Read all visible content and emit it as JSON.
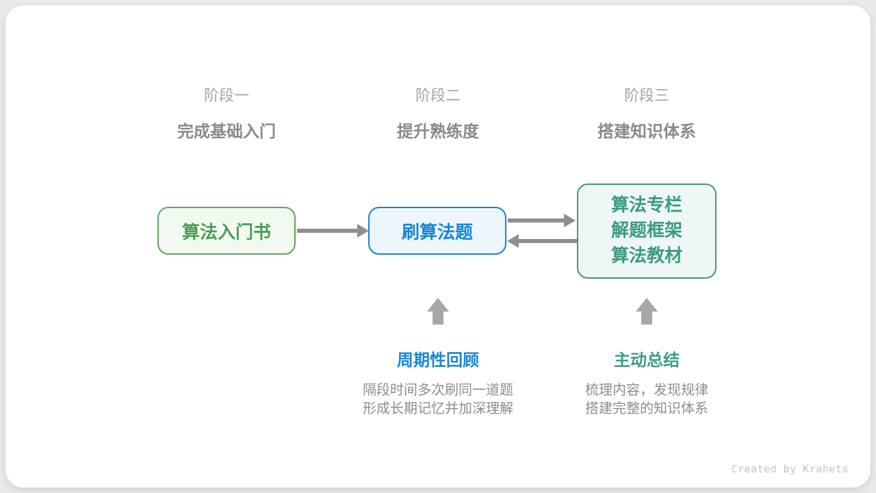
{
  "page": {
    "background_color": "#e9e9e9",
    "card_color": "#ffffff"
  },
  "stages": [
    {
      "label": "阶段一",
      "subtitle": "完成基础入门"
    },
    {
      "label": "阶段二",
      "subtitle": "提升熟练度"
    },
    {
      "label": "阶段三",
      "subtitle": "搭建知识体系"
    }
  ],
  "nodes": [
    {
      "lines": [
        "算法入门书"
      ],
      "text_color": "#4c9e55",
      "border_color": "#5fa55f",
      "bg_color": "#f2f9f0"
    },
    {
      "lines": [
        "刷算法题"
      ],
      "text_color": "#1787d4",
      "border_color": "#1b80d3",
      "bg_color": "#edf6fd"
    },
    {
      "lines": [
        "算法专栏",
        "解题框架",
        "算法教材"
      ],
      "text_color": "#3b9b87",
      "border_color": "#479384",
      "bg_color": "#eef7f3"
    }
  ],
  "connectors": {
    "arrow_color": "#8f8f8f",
    "block_arrow_color": "#a7a7a7"
  },
  "annotations": [
    {
      "title": "周期性回顾",
      "title_color": "#1787d4",
      "desc_line1": "隔段时间多次刷同一道题",
      "desc_line2": "形成长期记忆并加深理解"
    },
    {
      "title": "主动总结",
      "title_color": "#3b9b87",
      "desc_line1": "梳理内容，发现规律",
      "desc_line2": "搭建完整的知识体系"
    }
  ],
  "credit": "Created by Krahets",
  "text_colors": {
    "stage_label": "#a4a4a4",
    "stage_subtitle": "#8a8a8a",
    "description": "#8d8d8d",
    "credit": "#c3c3c3"
  }
}
